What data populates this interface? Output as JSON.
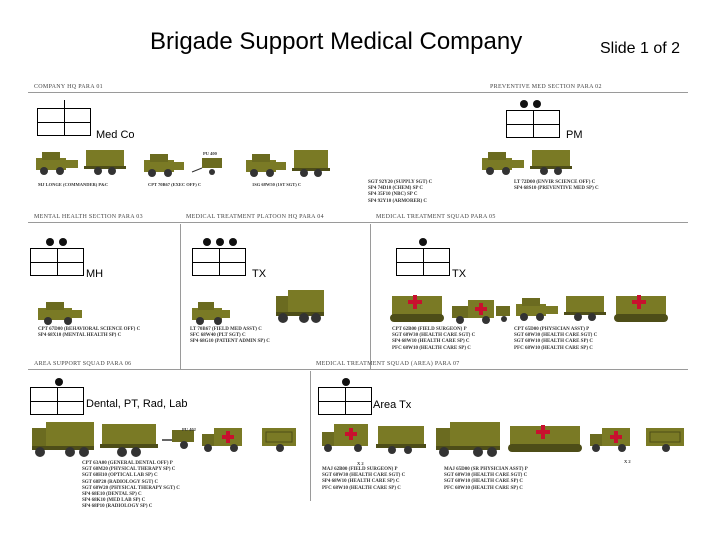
{
  "header": {
    "title": "Brigade Support Medical Company",
    "slide_indicator": "Slide 1 of 2"
  },
  "sections": {
    "company_hq": "COMPANY HQ PARA 01",
    "preventive_med": "PREVENTIVE MED SECTION PARA 02",
    "mental_health": "MENTAL HEALTH SECTION PARA 03",
    "treatment_plt_hq": "MEDICAL TREATMENT PLATOON HQ PARA 04",
    "treatment_squad": "MEDICAL TREATMENT SQUAD PARA 05",
    "area_support": "AREA SUPPORT SQUAD PARA 06",
    "treatment_squad_area": "MEDICAL TREATMENT SQUAD (AREA) PARA 07"
  },
  "unit_labels": {
    "med_co": "Med Co",
    "pm": "PM",
    "mh": "MH",
    "tx1": "TX",
    "tx2": "TX",
    "dental": "Dental, PT, Rad, Lab",
    "area_tx": "Area Tx"
  },
  "captions": {
    "hq_v1": "MJ LONGE (COMMANDER) P&C",
    "hq_v2": "CPT 70B67 (EXEC OFF) C",
    "hq_v3": "1SG 68W50 (1ST SGT) C",
    "hq_pu": "PU 400",
    "area_trailer": "PU 402",
    "area_x2": "X 2",
    "area_x2b": "X 2"
  },
  "rosters": {
    "hq": [
      "SGT 92Y20 (SUPPLY SGT) C",
      "SP4 74D10 (CHEM) SP C",
      "SP4 35F10 (NBC) SP C",
      "SP4 92Y10 (ARMORER) C"
    ],
    "pm": [
      "LT 72D00 (ENVIR SCIENCE OFF) C",
      "SP4 68S10 (PREVENTIVE MED SP) C"
    ],
    "mh": [
      "CPT 67D00 (BEHAVIORAL SCIENCE OFF) C",
      "SP4 68X10 (MENTAL HEALTH SP) C"
    ],
    "tx_plt": [
      "LT 70B67 (FIELD MED ASST) C",
      "SFC 68W40 (PLT SGT) C",
      "SP4 68G10 (PATIENT ADMIN SP) C"
    ],
    "tx_sq": [
      "CPT 62B00 (FIELD SURGEON) P",
      "SGT 68W30 (HEALTH CARE SGT) C",
      "SP4 68W10 (HEALTH CARE SP) C",
      "PFC 68W10 (HEALTH CARE SP) C"
    ],
    "tx_sq_b": [
      "CPT 65D00 (PHYSICIAN ASST) P",
      "SGT 68W30 (HEALTH CARE SGT) C",
      "SGT 68W10 (HEALTH CARE SP) C",
      "PFC 68W10 (HEALTH CARE SP) C"
    ],
    "area": [
      "CPT 63A00 (GENERAL DENTAL OFF) P",
      "SGT 68M20 (PHYSICAL THERAPY SP) C",
      "SGT 68H10 (OPTICAL LAB SP) C",
      "SGT 68P20 (RADIOLOGY SGT) C",
      "SGT 68W20 (PHYSICAL THERAPY SGT) C",
      "SP4 68E10 (DENTAL SP) C",
      "SP4 68K10 (MED LAB SP) C",
      "SP4 68P10 (RADIOLOGY SP) C"
    ],
    "area_tx": [
      "MAJ 62B00 (FIELD SURGEON) P",
      "SGT 68W30 (HEALTH CARE SGT) C",
      "SP4 68W10 (HEALTH CARE SP) C",
      "PFC 68W10 (HEALTH CARE SP) C"
    ],
    "area_tx_b": [
      "MAJ 65D00 (SR PHYSICIAN ASST) P",
      "SGT 68W30 (HEALTH CARE SGT) C",
      "SGT 68W10 (HEALTH CARE SP) C",
      "PFC 68W10 (HEALTH CARE SP) C"
    ]
  },
  "colors": {
    "vehicle_olive": "#7a7a25",
    "vehicle_dark": "#4d4d18",
    "cross_red": "#c8102e",
    "divider": "#9a9a9a"
  }
}
